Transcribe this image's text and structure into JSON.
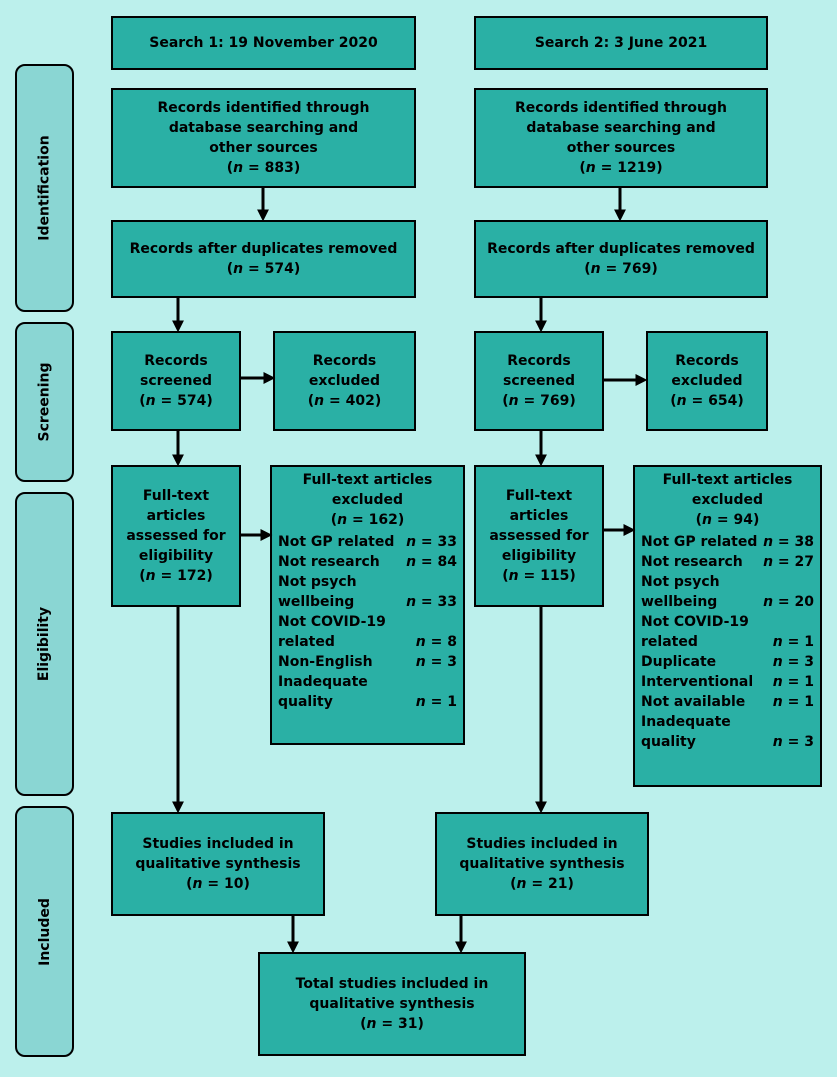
{
  "phases": {
    "identification": "Identification",
    "screening": "Screening",
    "eligibility": "Eligibility",
    "included": "Included"
  },
  "search1": {
    "header": "Search 1: 19 November 2020",
    "identified": {
      "lines": [
        "Records identified through",
        "database searching and",
        "other sources"
      ],
      "n": "883"
    },
    "dedup": {
      "lines": [
        "Records after duplicates removed"
      ],
      "n": "574"
    },
    "screened": {
      "lines": [
        "Records",
        "screened"
      ],
      "n": "574"
    },
    "screened_excluded": {
      "lines": [
        "Records",
        "excluded"
      ],
      "n": "402"
    },
    "fulltext": {
      "lines": [
        "Full-text",
        "articles",
        "assessed for",
        "eligibility"
      ],
      "n": "172"
    },
    "fulltext_excluded": {
      "lines": [
        "Full-text articles",
        "excluded"
      ],
      "n": "162",
      "reasons": [
        {
          "label": "Not GP related",
          "count": "33"
        },
        {
          "label": "Not research",
          "count": "84"
        },
        {
          "label": "Not psych\n   wellbeing",
          "count": "33"
        },
        {
          "label": "Not COVID-19\n   related",
          "count": "8"
        },
        {
          "label": "Non-English",
          "count": "3"
        },
        {
          "label": "Inadequate\n   quality",
          "count": "1"
        }
      ]
    },
    "included": {
      "lines": [
        "Studies included in",
        "qualitative synthesis"
      ],
      "n": "10"
    }
  },
  "search2": {
    "header": "Search 2: 3 June 2021",
    "identified": {
      "lines": [
        "Records identified through",
        "database searching and",
        "other sources"
      ],
      "n": "1219"
    },
    "dedup": {
      "lines": [
        "Records after duplicates removed"
      ],
      "n": "769"
    },
    "screened": {
      "lines": [
        "Records",
        "screened"
      ],
      "n": "769"
    },
    "screened_excluded": {
      "lines": [
        "Records",
        "excluded"
      ],
      "n": "654"
    },
    "fulltext": {
      "lines": [
        "Full-text",
        "articles",
        "assessed for",
        "eligibility"
      ],
      "n": "115"
    },
    "fulltext_excluded": {
      "lines": [
        "Full-text articles",
        "excluded"
      ],
      "n": "94",
      "reasons": [
        {
          "label": "Not GP related",
          "count": "38"
        },
        {
          "label": "Not research",
          "count": "27"
        },
        {
          "label": "Not psych\n   wellbeing",
          "count": "20"
        },
        {
          "label": "Not COVID-19\n   related",
          "count": "1"
        },
        {
          "label": "Duplicate",
          "count": "3"
        },
        {
          "label": "Interventional",
          "count": "1"
        },
        {
          "label": "Not available",
          "count": "1"
        },
        {
          "label": "Inadequate\n   quality",
          "count": "3"
        }
      ]
    },
    "included": {
      "lines": [
        "Studies included in",
        "qualitative synthesis"
      ],
      "n": "21"
    }
  },
  "total": {
    "lines": [
      "Total studies included in",
      "qualitative synthesis"
    ],
    "n": "31"
  },
  "n_prefix": "n",
  "colors": {
    "background": "#bcf0ec",
    "box": "#2ab0a5",
    "phase": "#8ad6d3",
    "border": "#000000"
  }
}
